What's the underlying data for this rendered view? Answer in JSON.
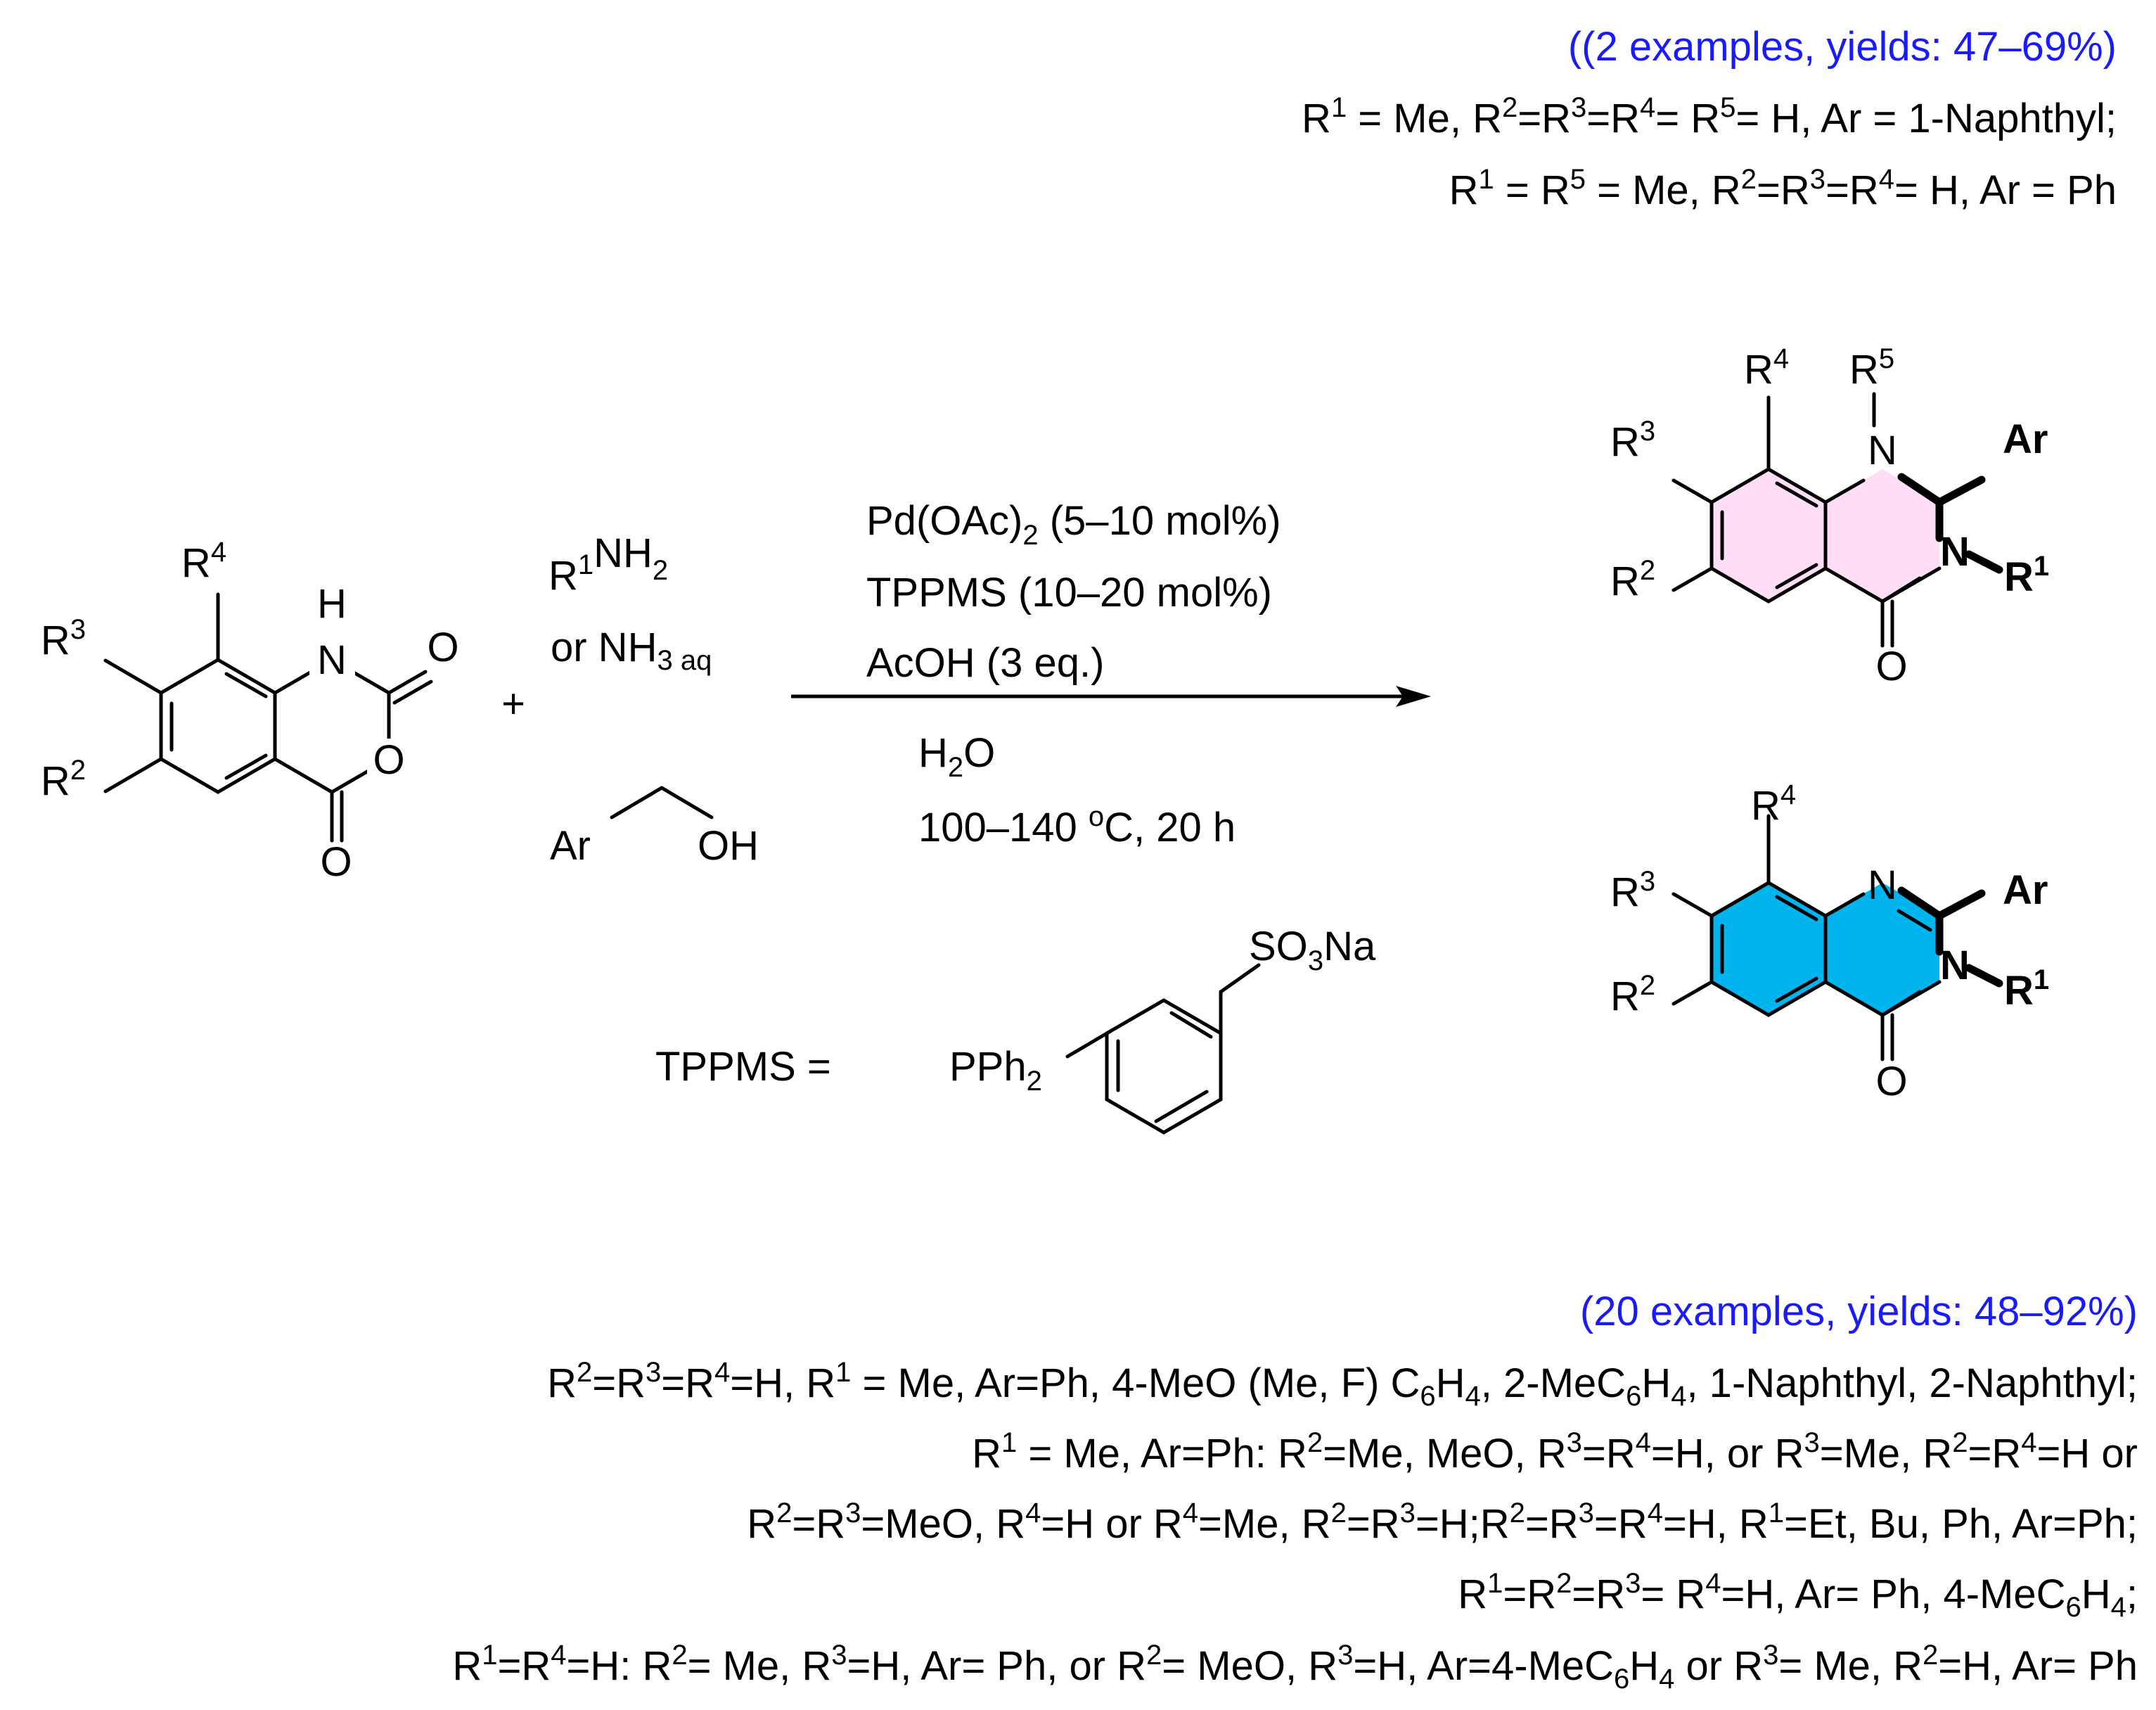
{
  "colors": {
    "highlight_blue": "#1a1aff",
    "pink_ring": "#ffddf7",
    "cyan_ring": "#00b4ee"
  },
  "top_note": {
    "summary": "(2 examples, yields: 47–69%)",
    "line1": "R1 = Me, R2=R3=R4= R5= H, Ar = 1-Naphthyl;",
    "line2": "R1 = R5 = Me, R2=R3=R4= H, Ar = Ph"
  },
  "bottom_note": {
    "summary": "(20 examples, yields: 48–92%)",
    "line1": "R2=R3=R4=H, R1 = Me,  Ar=Ph, 4-MeO (Me, F) C6H4, 2-MeC6H4, 1-Naphthyl, 2-Naphthyl;",
    "line2": "R1 = Me, Ar=Ph: R2=Me, MeO, R3=R4=H, or R3=Me, R2=R4=H or",
    "line3": "R2=R3=MeO, R4=H or R4=Me, R2=R3=H;R2=R3=R4=H, R1=Et, Bu, Ph, Ar=Ph;",
    "line4": "R1=R2=R3= R4=H, Ar= Ph, 4-MeC6H4;",
    "line5": "R1=R4=H: R2= Me, R3=H, Ar= Ph, or R2= MeO, R3=H, Ar=4-MeC6H4 or R3= Me, R2=H, Ar= Ph"
  },
  "conditions": {
    "catalyst": "Pd(OAc)2 (5–10 mol%)",
    "ligand": "TPPMS (10–20 mol%)",
    "acid": "AcOH (3 eq.)",
    "solvent": "H2O",
    "temp_time": "100–140 oC, 20 h"
  },
  "reagents": {
    "plus": "+",
    "amine": "R1NH2",
    "ammonia": "or NH3 aq",
    "alcohol": "ArCH2OH"
  },
  "tppms_def": {
    "label": "TPPMS =",
    "pph2": "PPh2",
    "so3na": "SO3Na"
  }
}
